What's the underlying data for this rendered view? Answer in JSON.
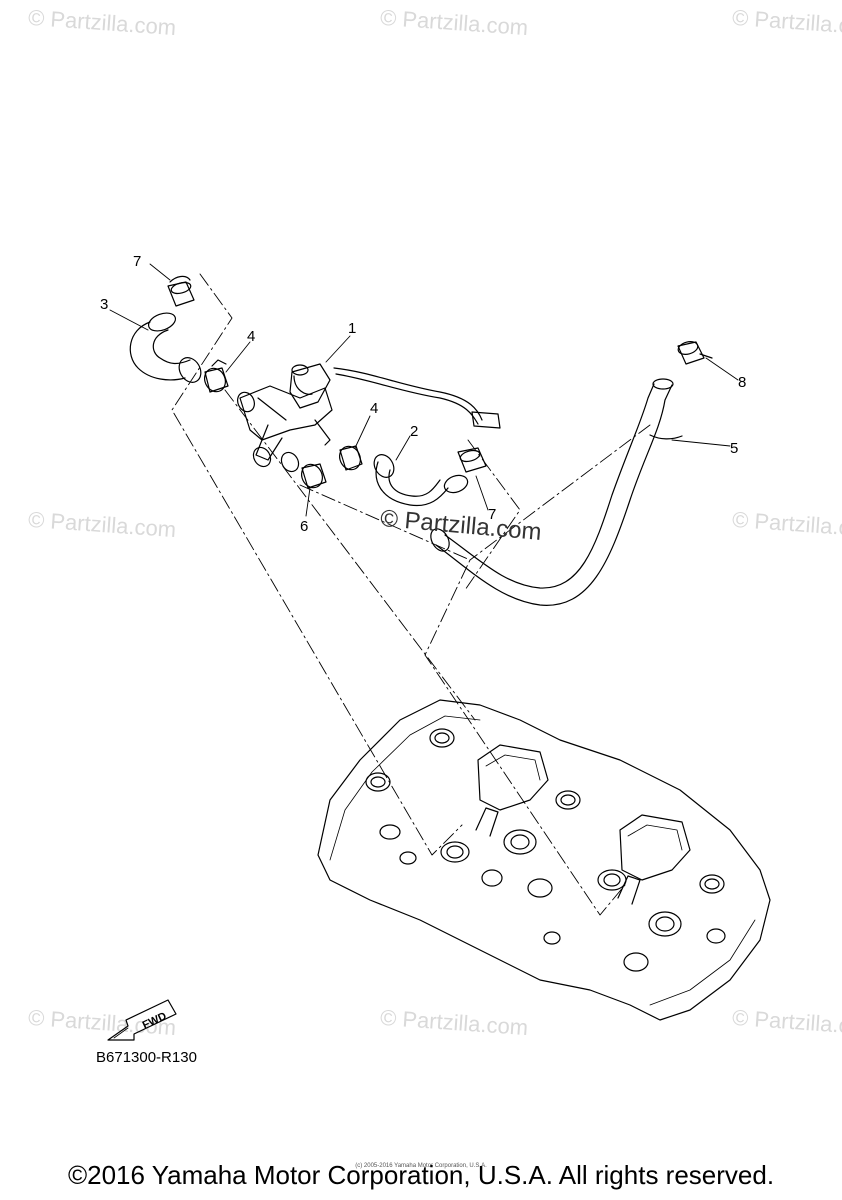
{
  "watermarks": {
    "w1": "© Partzilla.com",
    "w2": "© Partzilla.com",
    "w3": "© Partzilla.com",
    "w4": "© Partzilla.com",
    "w5": "© Partzilla.com",
    "w6": "© Partzilla.com",
    "w7": "© Partzilla.com",
    "w8": "© Partzilla.com",
    "w9": "© Partzilla.com",
    "center": "© Partzilla.com"
  },
  "callouts": {
    "c1": "1",
    "c2": "2",
    "c3": "3",
    "c4a": "4",
    "c4b": "4",
    "c5": "5",
    "c6": "6",
    "c7a": "7",
    "c7b": "7",
    "c8": "8"
  },
  "fwd_label": "FWD",
  "diagram_ref": "B671300-R130",
  "tiny_notice": "(c) 2005-2016 Yamaha Motor Corporation, U.S.A.",
  "copyright": "©2016 Yamaha Motor Corporation, U.S.A. All rights reserved."
}
